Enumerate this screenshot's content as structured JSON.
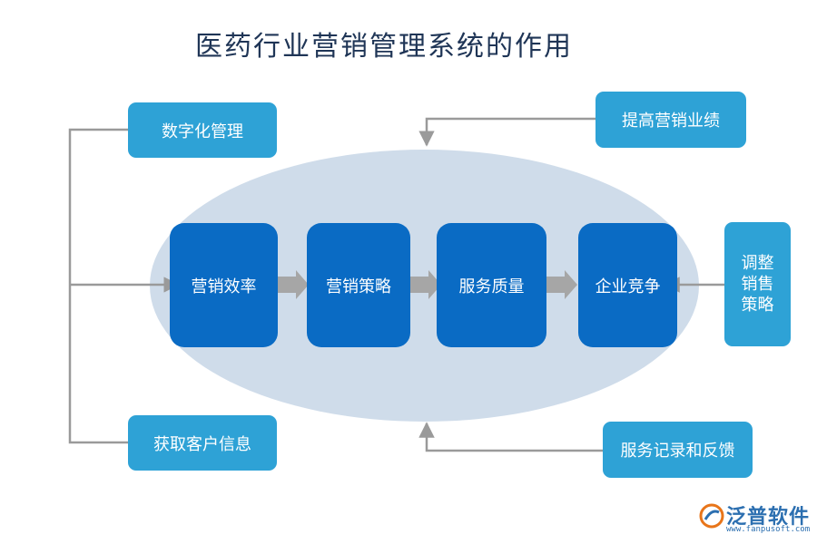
{
  "title": "医药行业营销管理系统的作用",
  "side_boxes": {
    "top_left": "数字化管理",
    "bottom_left": "获取客户信息",
    "top_right": "提高营销业绩",
    "right": "调整\n销售\n策略",
    "bottom_right": "服务记录和反馈"
  },
  "core_boxes": [
    "营销效率",
    "营销策略",
    "服务质量",
    "企业竞争"
  ],
  "watermark": {
    "brand": "泛普软件",
    "url": "www.fanpusoft.com"
  },
  "colors": {
    "title": "#1f3556",
    "side_box": "#2ea2d6",
    "core_box": "#0a6bc4",
    "ellipse": "#cfdcea",
    "connector": "#9a9a9a"
  }
}
